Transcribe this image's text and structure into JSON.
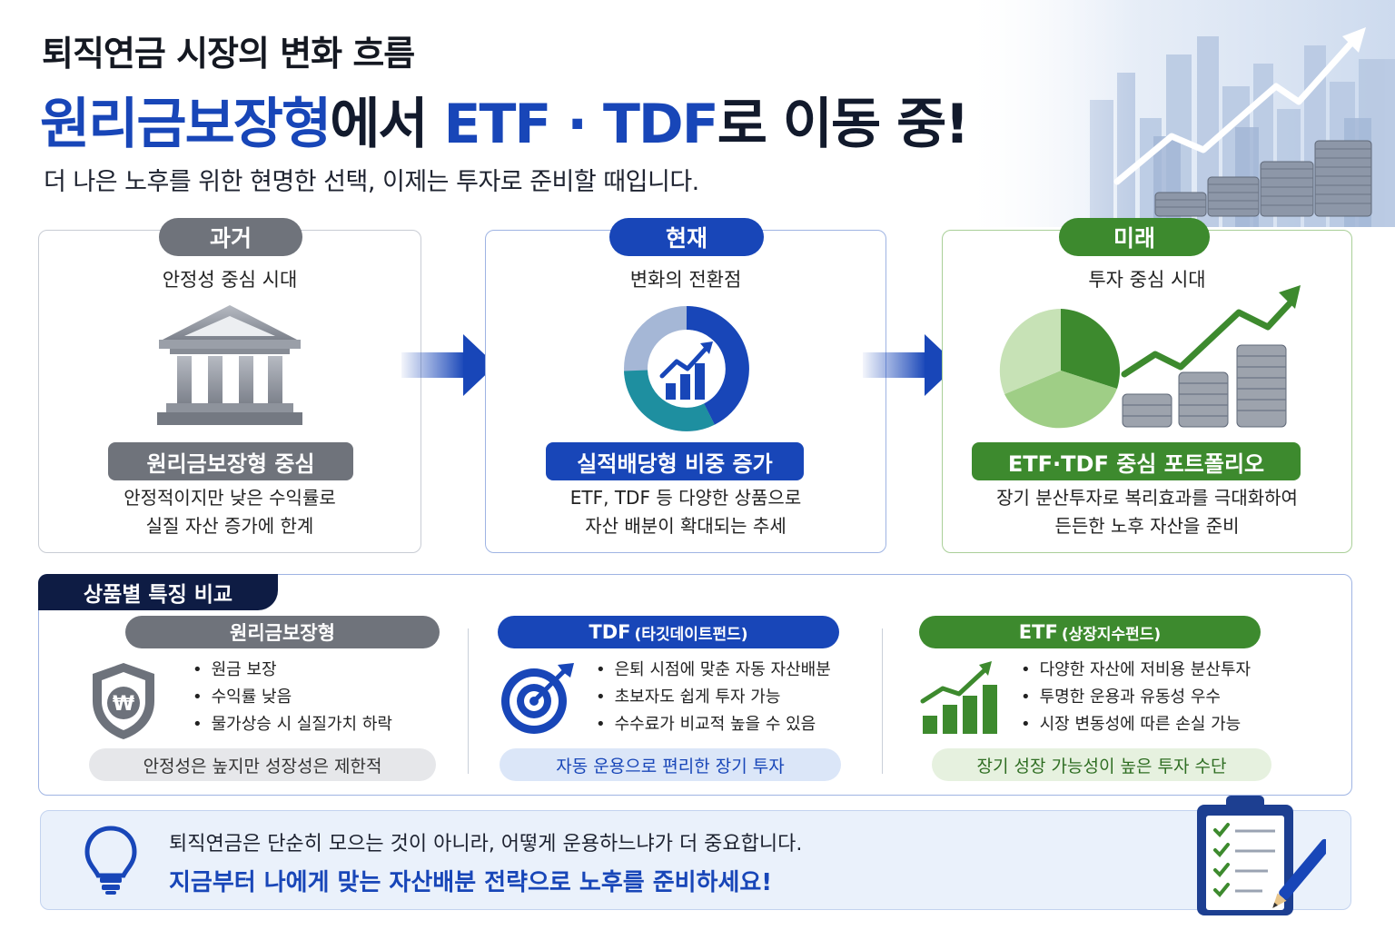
{
  "header": {
    "title_line1": "퇴직연금 시장의 변화 흐름",
    "title_line2_blue1": "원리금보장형",
    "title_line2_dark1": "에서 ",
    "title_line2_blue2": "ETF · TDF",
    "title_line2_dark2": "로 이동 중!",
    "subtitle": "더 나은 노후를 위한 현명한 선택, 이제는 투자로 준비할 때입니다."
  },
  "timeline": [
    {
      "label": "과거",
      "subtitle": "안정성 중심 시대",
      "tag": "원리금보장형 중심",
      "desc_line1": "안정적이지만 낮은 수익률로",
      "desc_line2": "실질 자산 증가에 한계",
      "icon": "bank-building-icon"
    },
    {
      "label": "현재",
      "subtitle": "변화의 전환점",
      "tag": "실적배당형 비중 증가",
      "desc_line1": "ETF, TDF 등 다양한 상품으로",
      "desc_line2": "자산 배분이 확대되는 추세",
      "icon": "donut-growth-icon"
    },
    {
      "label": "미래",
      "subtitle": "투자 중심 시대",
      "tag": "ETF·TDF 중심 포트폴리오",
      "desc_line1": "장기 분산투자로 복리효과를 극대화하여",
      "desc_line2": "든든한 노후 자산을 준비",
      "icon": "pie-coins-growth-icon"
    }
  ],
  "comparison": {
    "title": "상품별 특징 비교",
    "items": [
      {
        "name": "원리금보장형",
        "name_sub": "",
        "bullets": [
          "원금 보장",
          "수익률 낮음",
          "물가상승 시 실질가치 하락"
        ],
        "summary": "안정성은 높지만 성장성은 제한적",
        "icon": "shield-won-icon"
      },
      {
        "name": "TDF",
        "name_sub": "(타깃데이트펀드)",
        "bullets": [
          "은퇴 시점에 맞춘 자동 자산배분",
          "초보자도 쉽게 투자 가능",
          "수수료가 비교적 높을 수 있음"
        ],
        "summary": "자동 운용으로 편리한 장기 투자",
        "icon": "target-icon"
      },
      {
        "name": "ETF",
        "name_sub": "(상장지수펀드)",
        "bullets": [
          "다양한 자산에 저비용 분산투자",
          "투명한 운용과 유동성 우수",
          "시장 변동성에 따른 손실 가능"
        ],
        "summary": "장기 성장 가능성이 높은 투자 수단",
        "icon": "bar-growth-icon"
      }
    ]
  },
  "banner": {
    "line1": "퇴직연금은 단순히 모으는 것이 아니라, 어떻게 운용하느냐가 더 중요합니다.",
    "line2": "지금부터 나에게 맞는 자산배분 전략으로 노후를 준비하세요!",
    "icon": "lightbulb-icon",
    "right_icon": "clipboard-checklist-icon"
  },
  "colors": {
    "primary_blue": "#1846b8",
    "dark_navy": "#0e1c44",
    "gray": "#6f737b",
    "green": "#3d8a2e"
  }
}
